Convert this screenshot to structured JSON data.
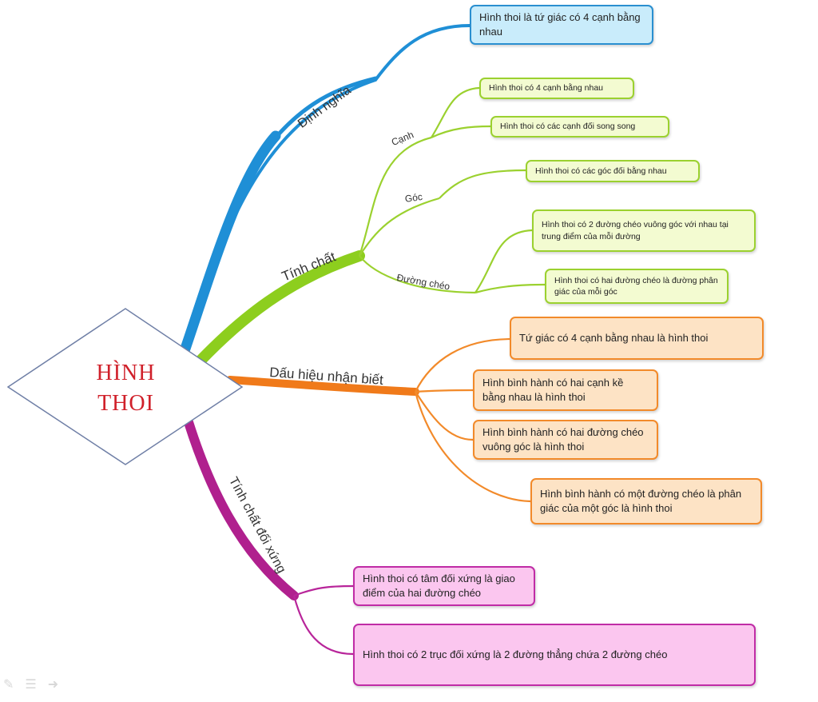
{
  "center": {
    "line1": "HÌNH",
    "line2": "THOI"
  },
  "branches": {
    "dinh_nghia": "Định nghĩa",
    "tinh_chat": "Tính chất",
    "dau_hieu": "Dấu hiệu nhận biết",
    "doi_xung": "Tính chất đối xứng"
  },
  "sub_branches": {
    "canh": "Cạnh",
    "goc": "Góc",
    "duong_cheo": "Đường chéo"
  },
  "nodes": {
    "def": "Hình thoi là tứ giác có 4 cạnh bằng nhau",
    "canh1": "Hình thoi có 4 cạnh bằng nhau",
    "canh2": "Hình thoi có các cạnh đối song song",
    "goc1": "Hình thoi có các góc đối bằng nhau",
    "cheo1": "Hình thoi có 2 đường chéo vuông góc với nhau tại trung điểm của mỗi đường",
    "cheo2": "Hình thoi có hai đường chéo là đường phân giác của mỗi góc",
    "dh1": "Tứ giác có 4 cạnh bằng nhau là hình thoi",
    "dh2": "Hình bình hành có hai cạnh kề bằng nhau là hình thoi",
    "dh3": "Hình bình hành có hai đường chéo vuông góc là hình thoi",
    "dh4": "Hình bình hành có một đường chéo là phân giác của một góc là hình thoi",
    "dx1": "Hình thoi có tâm đối xứng là giao điểm của hai đường chéo",
    "dx2": "Hình thoi có 2 trục đối xứng là 2 đường thẳng chứa 2 đường chéo"
  },
  "colors": {
    "blue": "#2a8fd0",
    "green": "#9bd12f",
    "orange": "#f28a2a",
    "magenta": "#b0208e",
    "center_text": "#d0202a"
  },
  "toolbar_icons": [
    "pen-icon",
    "menu-icon",
    "arrow-icon"
  ]
}
